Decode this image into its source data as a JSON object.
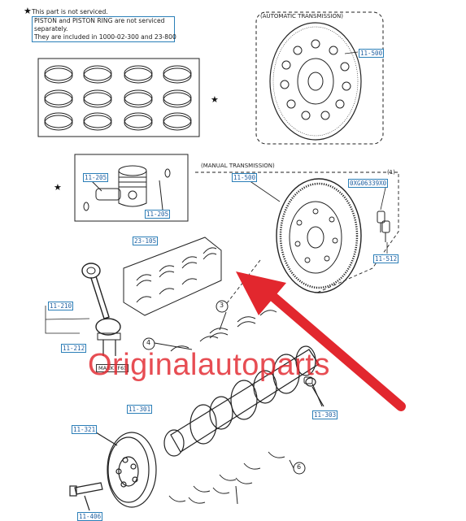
{
  "notes": {
    "star_line": "This part is not serviced.",
    "box_lines": [
      "PISTON and PISTON RING are not serviced",
      "separately.",
      "They are included in 1000-02-300 and 23-800"
    ]
  },
  "labels": {
    "automatic": "(AUTOMATIC TRANSMISSION)",
    "manual": "(MANUAL TRANSMISSION)",
    "mark": "MARK (F6)",
    "qty": "(1)"
  },
  "callouts": {
    "flywheel_at": "11-500",
    "flywheel_mt": "11-500",
    "bolt_code": "0XG06339X0",
    "bolt_mt": "11-512",
    "pin_left": "11-205",
    "pin_right": "11-205",
    "bearing_set": "23-105",
    "conrod": "11-210",
    "conrod_bolt": "11-212",
    "crankshaft": "11-301",
    "crank_key": "11-303",
    "pulley": "11-321",
    "pulley_bolt": "11-406"
  },
  "numbers": {
    "n3": "3",
    "n4": "4",
    "n6": "6"
  },
  "stars": {
    "note": "★",
    "rings": "★",
    "piston": "★"
  },
  "watermark": "Originalautoparts",
  "colors": {
    "callout": "#1f5fa0",
    "arrow": "#e2272e",
    "line": "#222222"
  }
}
